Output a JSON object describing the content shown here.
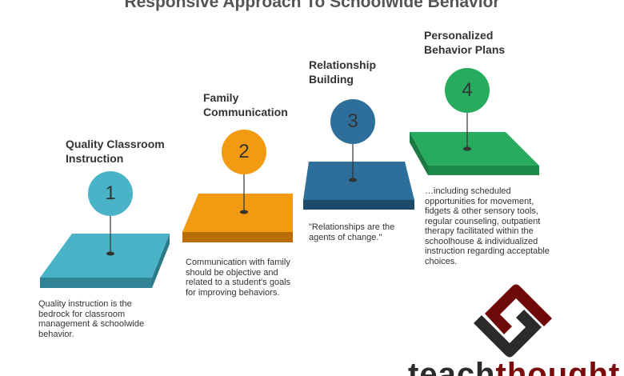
{
  "title": "Responsive Approach To Schoolwide Behavior",
  "steps": [
    {
      "number": "1",
      "heading": "Quality Classroom Instruction",
      "description": "Quality instruction is the bedrock for classroom management & schoolwide behavior.",
      "color": "#4bb3c8"
    },
    {
      "number": "2",
      "heading": "Family Communication",
      "description": "Communication with family should be objective and related to a student's goals for improving behaviors.",
      "color": "#f29b12"
    },
    {
      "number": "3",
      "heading": "Relationship Building",
      "description": "\"Relationships are the agents of change.\"",
      "color": "#2e6e9b"
    },
    {
      "number": "4",
      "heading": "Personalized Behavior Plans",
      "description": "…including scheduled opportunities for movement, fidgets & other sensory tools, regular counseling, outpatient therapy facilitated within the schoolhouse & individualized instruction regarding acceptable choices.",
      "color": "#27ab5f"
    }
  ],
  "brand": {
    "part1": "teach",
    "part2": "thought",
    "color1": "#2b2b2b",
    "color2": "#7a0c0c"
  }
}
